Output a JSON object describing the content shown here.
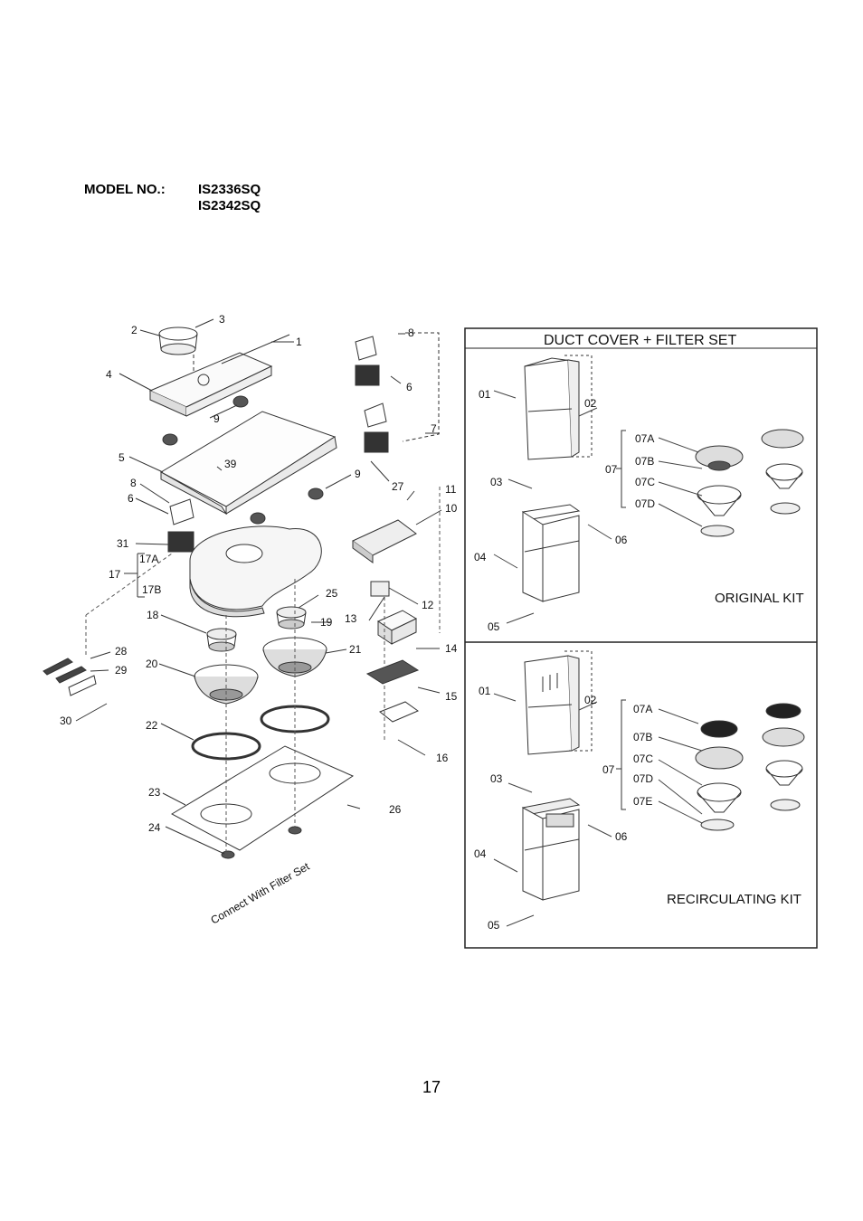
{
  "header": {
    "model_label": "MODEL NO.:",
    "models": [
      "IS2336SQ",
      "IS2342SQ"
    ]
  },
  "main_diagram": {
    "part_labels": [
      "1",
      "2",
      "3",
      "4",
      "5",
      "6",
      "7",
      "8",
      "9",
      "9",
      "10",
      "11",
      "12",
      "13",
      "14",
      "15",
      "16",
      "17",
      "17A",
      "17B",
      "18",
      "19",
      "20",
      "21",
      "22",
      "23",
      "24",
      "25",
      "26",
      "27",
      "28",
      "29",
      "30",
      "31",
      "39",
      "6",
      "8"
    ],
    "annotation": "Connect With Filter Set"
  },
  "side_panel": {
    "title": "DUCT COVER + FILTER SET",
    "original_kit": {
      "name": "ORIGINAL KIT",
      "labels": [
        "01",
        "02",
        "03",
        "04",
        "05",
        "06",
        "07",
        "07A",
        "07B",
        "07C",
        "07D"
      ]
    },
    "recirculating_kit": {
      "name": "RECIRCULATING KIT",
      "labels": [
        "01",
        "02",
        "03",
        "04",
        "05",
        "06",
        "07",
        "07A",
        "07B",
        "07C",
        "07D",
        "07E"
      ]
    }
  },
  "footer": {
    "page_number": "17"
  }
}
